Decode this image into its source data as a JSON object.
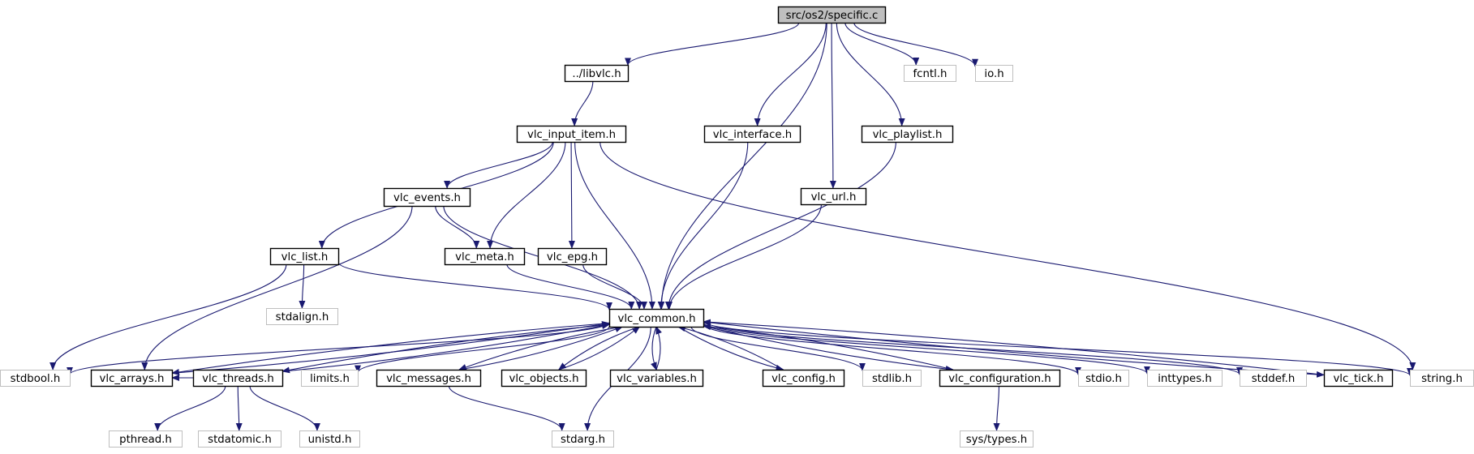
{
  "colors": {
    "edge": "#191970",
    "box_border_documented": "#000000",
    "box_border_external": "#bfbfbf",
    "root_fill": "#bfbfbf",
    "text": "#000000"
  },
  "nodes": [
    {
      "id": "n_root",
      "label": "src/os2/specific.c",
      "kind": "root"
    },
    {
      "id": "n_libvlc",
      "label": "../libvlc.h",
      "kind": "doc"
    },
    {
      "id": "n_fcntl",
      "label": "fcntl.h",
      "kind": "ext"
    },
    {
      "id": "n_io",
      "label": "io.h",
      "kind": "ext"
    },
    {
      "id": "n_input_item",
      "label": "vlc_input_item.h",
      "kind": "doc"
    },
    {
      "id": "n_interface",
      "label": "vlc_interface.h",
      "kind": "doc"
    },
    {
      "id": "n_playlist",
      "label": "vlc_playlist.h",
      "kind": "doc"
    },
    {
      "id": "n_events",
      "label": "vlc_events.h",
      "kind": "doc"
    },
    {
      "id": "n_url",
      "label": "vlc_url.h",
      "kind": "doc"
    },
    {
      "id": "n_list",
      "label": "vlc_list.h",
      "kind": "doc"
    },
    {
      "id": "n_meta",
      "label": "vlc_meta.h",
      "kind": "doc"
    },
    {
      "id": "n_epg",
      "label": "vlc_epg.h",
      "kind": "doc"
    },
    {
      "id": "n_stdalign",
      "label": "stdalign.h",
      "kind": "ext"
    },
    {
      "id": "n_common",
      "label": "vlc_common.h",
      "kind": "doc"
    },
    {
      "id": "n_stdbool",
      "label": "stdbool.h",
      "kind": "ext"
    },
    {
      "id": "n_arrays",
      "label": "vlc_arrays.h",
      "kind": "doc"
    },
    {
      "id": "n_threads",
      "label": "vlc_threads.h",
      "kind": "doc"
    },
    {
      "id": "n_limits",
      "label": "limits.h",
      "kind": "ext"
    },
    {
      "id": "n_messages",
      "label": "vlc_messages.h",
      "kind": "doc"
    },
    {
      "id": "n_objects",
      "label": "vlc_objects.h",
      "kind": "doc"
    },
    {
      "id": "n_variables",
      "label": "vlc_variables.h",
      "kind": "doc"
    },
    {
      "id": "n_config",
      "label": "vlc_config.h",
      "kind": "doc"
    },
    {
      "id": "n_stdlib",
      "label": "stdlib.h",
      "kind": "ext"
    },
    {
      "id": "n_configuration",
      "label": "vlc_configuration.h",
      "kind": "doc"
    },
    {
      "id": "n_stdio",
      "label": "stdio.h",
      "kind": "ext"
    },
    {
      "id": "n_inttypes",
      "label": "inttypes.h",
      "kind": "ext"
    },
    {
      "id": "n_stddef",
      "label": "stddef.h",
      "kind": "ext"
    },
    {
      "id": "n_tick",
      "label": "vlc_tick.h",
      "kind": "doc"
    },
    {
      "id": "n_string",
      "label": "string.h",
      "kind": "ext"
    },
    {
      "id": "n_pthread",
      "label": "pthread.h",
      "kind": "ext"
    },
    {
      "id": "n_stdatomic",
      "label": "stdatomic.h",
      "kind": "ext"
    },
    {
      "id": "n_unistd",
      "label": "unistd.h",
      "kind": "ext"
    },
    {
      "id": "n_stdarg",
      "label": "stdarg.h",
      "kind": "ext"
    },
    {
      "id": "n_systypes",
      "label": "sys/types.h",
      "kind": "ext"
    }
  ],
  "edges": [
    [
      "n_root",
      "n_libvlc"
    ],
    [
      "n_root",
      "n_common"
    ],
    [
      "n_root",
      "n_interface"
    ],
    [
      "n_root",
      "n_url"
    ],
    [
      "n_root",
      "n_playlist"
    ],
    [
      "n_root",
      "n_fcntl"
    ],
    [
      "n_root",
      "n_io"
    ],
    [
      "n_libvlc",
      "n_input_item"
    ],
    [
      "n_input_item",
      "n_list"
    ],
    [
      "n_input_item",
      "n_events"
    ],
    [
      "n_input_item",
      "n_meta"
    ],
    [
      "n_input_item",
      "n_epg"
    ],
    [
      "n_input_item",
      "n_common"
    ],
    [
      "n_input_item",
      "n_string"
    ],
    [
      "n_interface",
      "n_common"
    ],
    [
      "n_playlist",
      "n_common"
    ],
    [
      "n_url",
      "n_common"
    ],
    [
      "n_events",
      "n_meta"
    ],
    [
      "n_events",
      "n_common"
    ],
    [
      "n_events",
      "n_arrays"
    ],
    [
      "n_list",
      "n_stdbool"
    ],
    [
      "n_list",
      "n_stdalign"
    ],
    [
      "n_list",
      "n_common"
    ],
    [
      "n_meta",
      "n_common"
    ],
    [
      "n_epg",
      "n_common"
    ],
    [
      "n_common",
      "n_stdbool"
    ],
    [
      "n_common",
      "n_arrays"
    ],
    [
      "n_common",
      "n_threads"
    ],
    [
      "n_common",
      "n_limits"
    ],
    [
      "n_common",
      "n_messages"
    ],
    [
      "n_common",
      "n_objects"
    ],
    [
      "n_common",
      "n_variables"
    ],
    [
      "n_common",
      "n_config"
    ],
    [
      "n_common",
      "n_stdlib"
    ],
    [
      "n_common",
      "n_configuration"
    ],
    [
      "n_common",
      "n_stdio"
    ],
    [
      "n_common",
      "n_inttypes"
    ],
    [
      "n_common",
      "n_stddef"
    ],
    [
      "n_common",
      "n_tick"
    ],
    [
      "n_common",
      "n_string"
    ],
    [
      "n_common",
      "n_stdarg"
    ],
    [
      "n_arrays",
      "n_common"
    ],
    [
      "n_threads",
      "n_common"
    ],
    [
      "n_threads",
      "n_arrays"
    ],
    [
      "n_messages",
      "n_common"
    ],
    [
      "n_objects",
      "n_common"
    ],
    [
      "n_variables",
      "n_common"
    ],
    [
      "n_config",
      "n_common"
    ],
    [
      "n_configuration",
      "n_common"
    ],
    [
      "n_tick",
      "n_common"
    ],
    [
      "n_threads",
      "n_pthread"
    ],
    [
      "n_threads",
      "n_stdatomic"
    ],
    [
      "n_threads",
      "n_unistd"
    ],
    [
      "n_messages",
      "n_stdarg"
    ],
    [
      "n_configuration",
      "n_systypes"
    ]
  ]
}
